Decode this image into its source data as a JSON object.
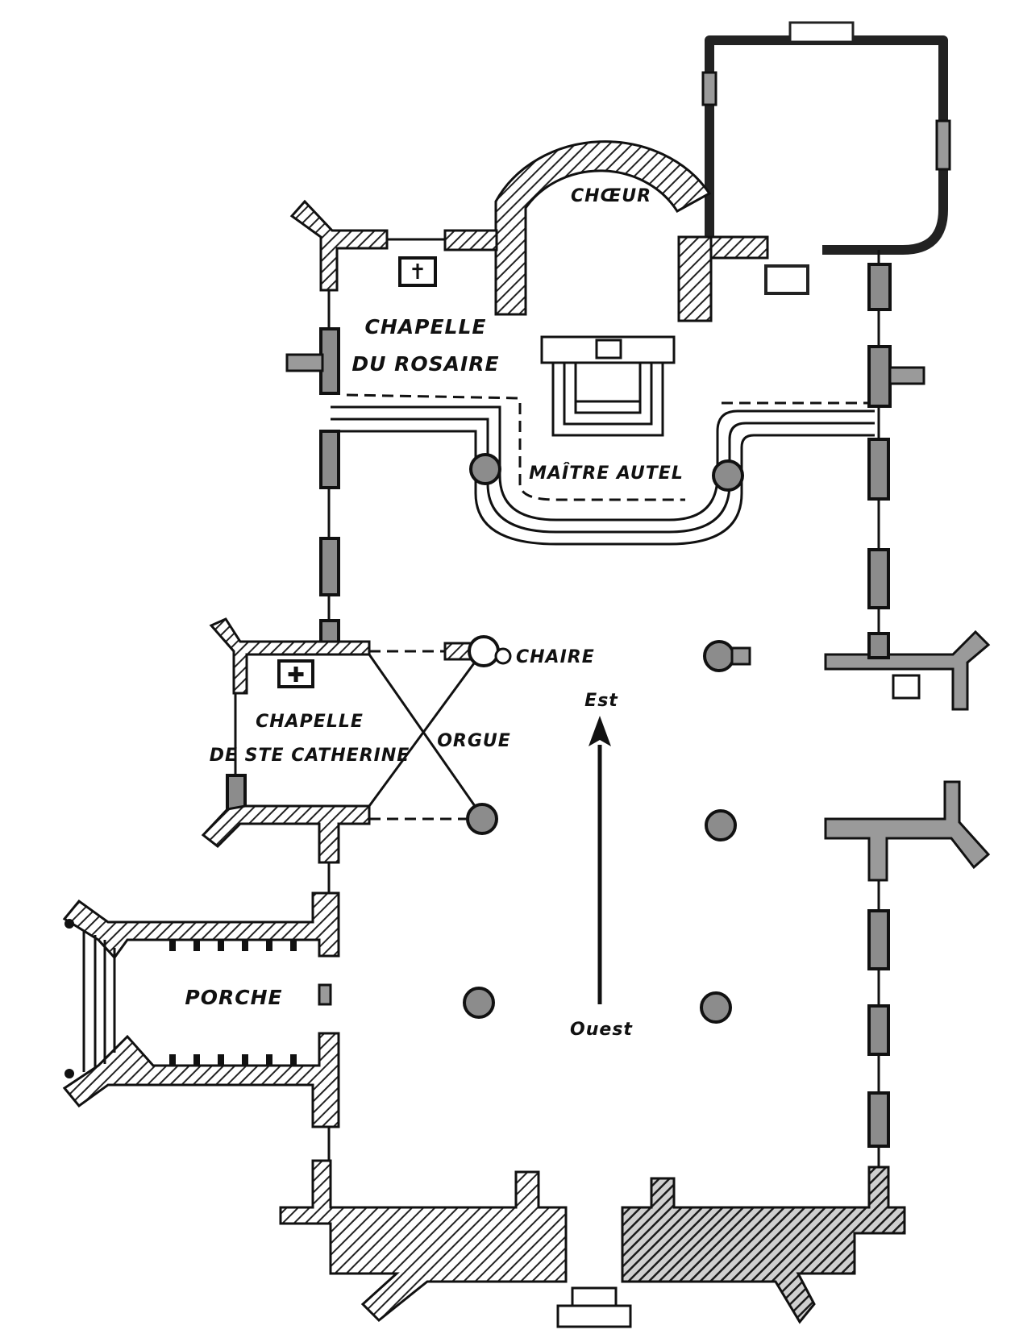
{
  "labels": {
    "choeur": "CHŒUR",
    "chapelle_rosaire_1": "CHAPELLE",
    "chapelle_rosaire_2": "DU ROSAIRE",
    "maitre_autel": "MAÎTRE AUTEL",
    "chapelle_ste_catherine_1": "CHAPELLE",
    "chapelle_ste_catherine_2": "DE STE CATHERINE",
    "chaire": "CHAIRE",
    "orgue": "ORGUE",
    "porche": "PORCHE",
    "compass_north": "Est",
    "compass_south": "Ouest"
  },
  "colors": {
    "ink": "#111111",
    "hatch": "#333333",
    "paper": "#ffffff",
    "pillar": "#8c8c8c"
  }
}
